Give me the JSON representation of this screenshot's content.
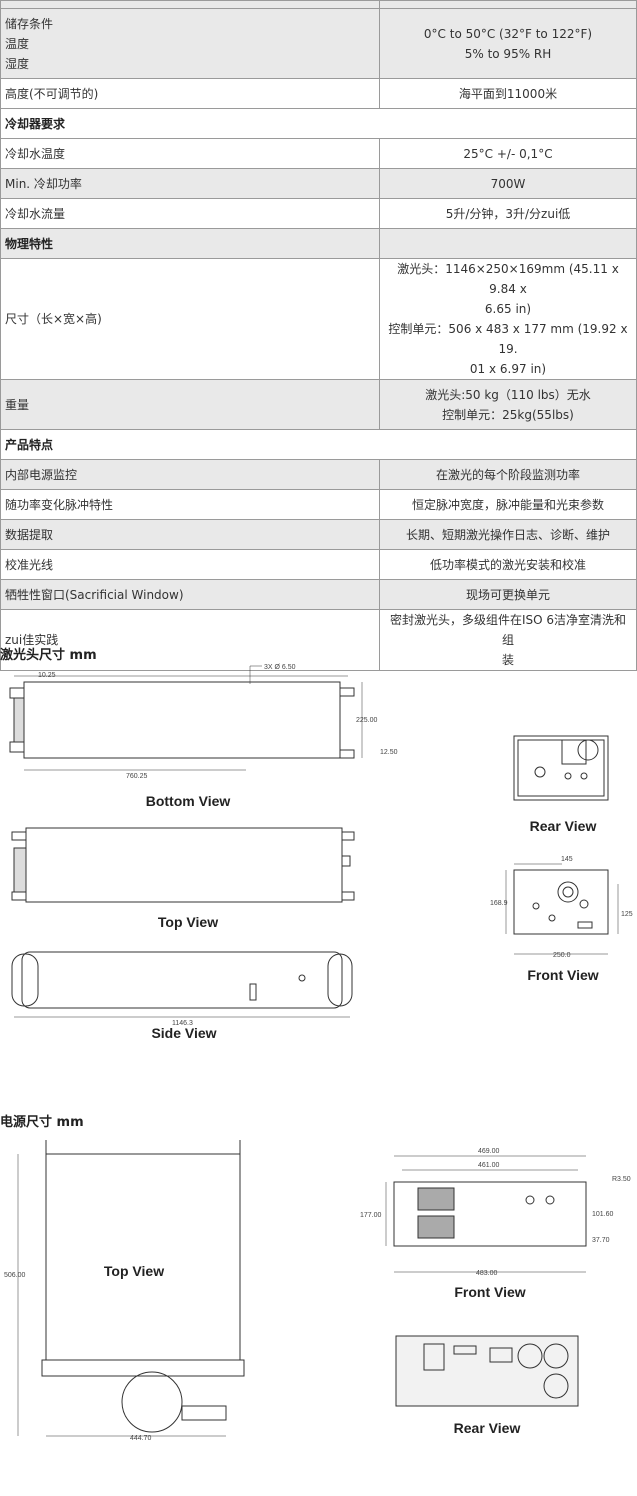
{
  "spec_table": {
    "rows": [
      {
        "left": [
          "",
          ""
        ],
        "right": [
          ""
        ],
        "type": "g"
      },
      {
        "left": [
          "储存条件",
          "温度",
          "湿度"
        ],
        "right": [
          "0°C to 50°C (32°F to 122°F)",
          "5% to 95% RH"
        ],
        "type": "g"
      },
      {
        "left": [
          "高度(不可调节的)"
        ],
        "right": [
          "海平面到11000米"
        ],
        "type": "w"
      },
      {
        "left": [
          "冷却器要求"
        ],
        "right": [
          ""
        ],
        "type": "sec",
        "span": true
      },
      {
        "left": [
          "冷却水温度"
        ],
        "right": [
          "25°C +/- 0,1°C"
        ],
        "type": "w"
      },
      {
        "left": [
          "Min. 冷却功率"
        ],
        "right": [
          "700W"
        ],
        "type": "g"
      },
      {
        "left": [
          "冷却水流量"
        ],
        "right": [
          "5升/分钟，3升/分zui低"
        ],
        "type": "w"
      },
      {
        "left": [
          "物理特性"
        ],
        "right": [
          ""
        ],
        "type": "secg"
      },
      {
        "left": [
          "尺寸（长×宽×高)"
        ],
        "right": [
          "激光头：1146×250×169mm (45.11 x 9.84 x",
          "6.65 in)",
          "控制单元：506 x 483 x 177 mm (19.92 x 19.",
          "01 x 6.97 in)"
        ],
        "type": "w"
      },
      {
        "left": [
          "重量"
        ],
        "right": [
          "激光头:50 kg（110 lbs）无水",
          "控制单元：25kg(55lbs)"
        ],
        "type": "g"
      },
      {
        "left": [
          "产品特点"
        ],
        "right": [
          ""
        ],
        "type": "sec",
        "span": true
      },
      {
        "left": [
          "内部电源监控"
        ],
        "right": [
          "在激光的每个阶段监测功率"
        ],
        "type": "g"
      },
      {
        "left": [
          "随功率变化脉冲特性"
        ],
        "right": [
          "恒定脉冲宽度，脉冲能量和光束参数"
        ],
        "type": "w"
      },
      {
        "left": [
          "数据提取"
        ],
        "right": [
          "长期、短期激光操作日志、诊断、维护"
        ],
        "type": "g"
      },
      {
        "left": [
          "校准光线"
        ],
        "right": [
          "低功率模式的激光安装和校准"
        ],
        "type": "w"
      },
      {
        "left": [
          "牺牲性窗口(Sacrificial Window)"
        ],
        "right": [
          "现场可更换单元"
        ],
        "type": "g"
      },
      {
        "left": [
          "zui佳实践"
        ],
        "right": [
          "密封激光头，多级组件在ISO 6洁净室清洗和组",
          "装"
        ],
        "type": "w"
      }
    ]
  },
  "laser_head": {
    "heading": "激光头尺寸 mm",
    "views": {
      "bottom": "Bottom View",
      "top": "Top View",
      "side": "Side View",
      "rear": "Rear View",
      "front": "Front View"
    },
    "dims": {
      "hole": "3X Ø 6.50",
      "d1025": "10.25",
      "d225": "225.00",
      "d1250": "12.50",
      "d76025": "760.25",
      "d11463": "1146.3",
      "d145": "145",
      "d1689": "168.9",
      "d125": "125",
      "d2500": "250.0"
    }
  },
  "power_supply": {
    "heading": "电源尺寸 mm",
    "views": {
      "top": "Top View",
      "front": "Front View",
      "rear": "Rear View"
    },
    "dims": {
      "d50600": "506.00",
      "d44470": "444.70",
      "d46900": "469.00",
      "d46100": "461.00",
      "d17700": "177.00",
      "d10160": "101.60",
      "d3770": "37.70",
      "r350": "R3.50",
      "d48300": "483.00"
    }
  }
}
